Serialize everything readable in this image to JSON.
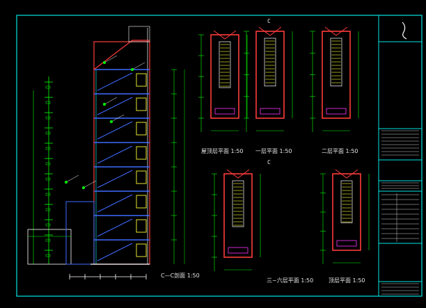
{
  "drawing": {
    "background": "#000000",
    "frame_color": "#00e6e6",
    "wall_color": "#ff3b3b",
    "dim_color": "#00ff00",
    "stair_color": "#3f6bff",
    "accent_yellow": "#ffff33",
    "accent_magenta": "#ff33ff",
    "titles": {
      "section": "C—C剖面 1:50",
      "top_plan": "屋顶层平面 1:50",
      "first_plan": "一层平面 1:50",
      "second_plan": "二层平面 1:50",
      "middle_plan": "三~六层平面 1:50",
      "roof_plan": "顶层平面 1:50"
    },
    "axis_markers": {
      "first": "C",
      "middle": "C"
    }
  }
}
